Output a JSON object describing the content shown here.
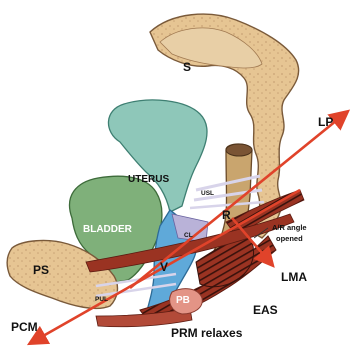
{
  "colors": {
    "bone": "#e6c593",
    "bone_outline": "#7a5a3a",
    "bone_texture": "#b58b62",
    "uterus": "#8ec7b9",
    "bladder": "#7fb07a",
    "vagina": "#5fa9d9",
    "rectum": "#c9a56e",
    "muscle": "#9a3322",
    "muscle_stripe": "#3a120c",
    "ligament": "#b9b2d8",
    "perineal_body": "#e39486",
    "arrow": "#e0432a"
  },
  "labels": {
    "sacrum": "S",
    "uterus": "UTERUS",
    "bladder": "BLADDER",
    "rectum": "R",
    "vagina": "V",
    "pubic_symphysis": "PS",
    "perineal_body": "PB",
    "usl": "USL",
    "cl": "CL",
    "pul": "PUL",
    "lp": "LP",
    "lma": "LMA",
    "eas": "EAS",
    "pcm": "PCM",
    "prm": "PRM relaxes",
    "ar_angle": [
      "A/R angle",
      "opened"
    ]
  }
}
